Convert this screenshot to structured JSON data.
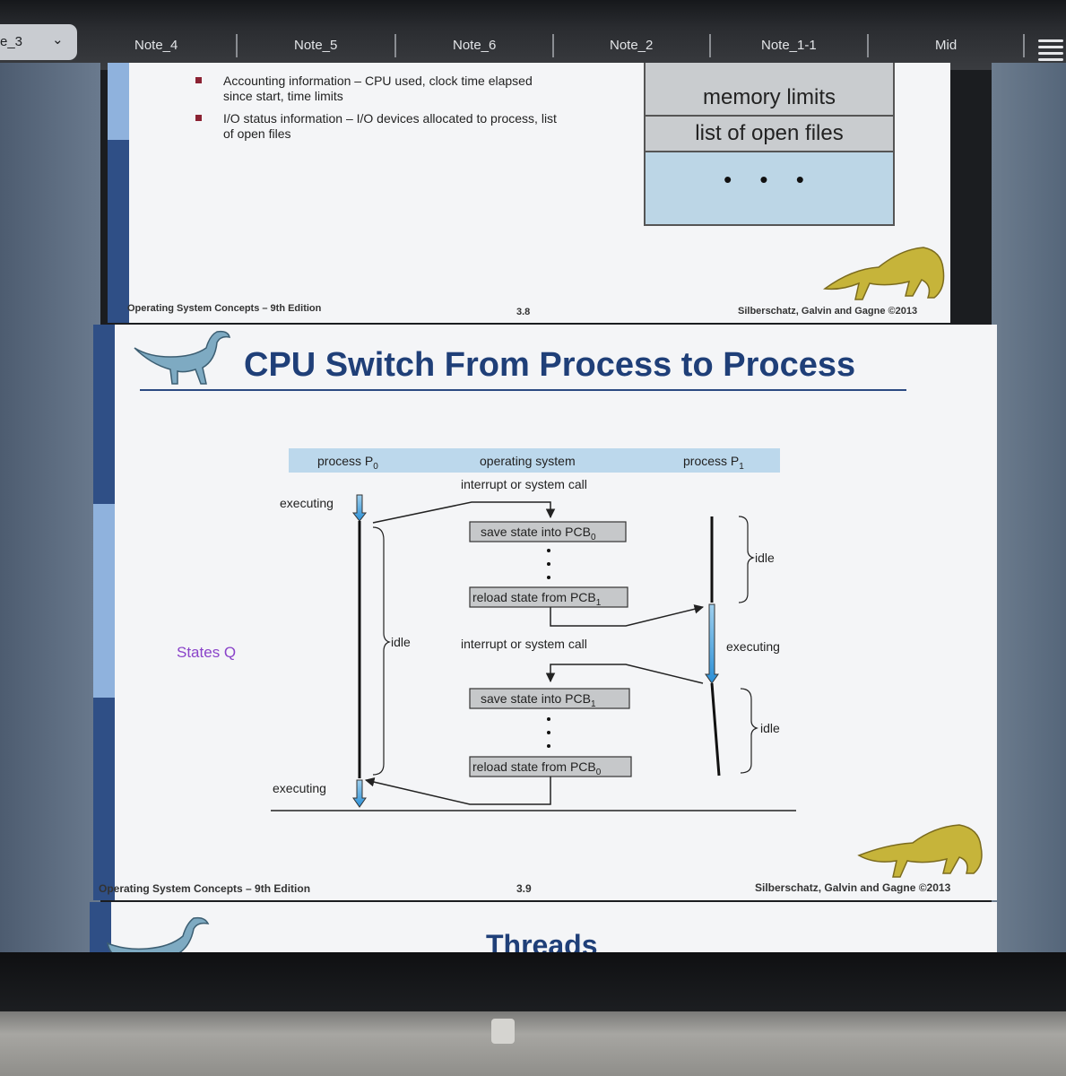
{
  "tabs": {
    "active": "e_3",
    "items": [
      "Note_4",
      "Note_5",
      "Note_6",
      "Note_2",
      "Note_1-1",
      "Mid"
    ]
  },
  "slide1": {
    "bullets": [
      {
        "line1": "Accounting information – CPU used, clock time elapsed",
        "line2": "since start, time limits"
      },
      {
        "line1": "I/O status information – I/O devices allocated to process, list",
        "line2": "of open files"
      }
    ],
    "pcb_rows": [
      "memory limits",
      "list of open files"
    ],
    "pcb_ellipsis": "• • •",
    "footer_left": "Operating System Concepts – 9th Edition",
    "footer_page": "3.8",
    "footer_right": "Silberschatz, Galvin and Gagne ©2013"
  },
  "slide2": {
    "title": "CPU Switch From Process to Process",
    "diagram": {
      "header_p0": "process P",
      "header_p0_sub": "0",
      "header_os": "operating system",
      "header_p1": "process P",
      "header_p1_sub": "1",
      "interrupt_top": "interrupt or system call",
      "interrupt_mid": "interrupt or system call",
      "executing_top": "executing",
      "executing_mid": "executing",
      "executing_bottom": "executing",
      "idle_left": "idle",
      "idle_right_top": "idle",
      "idle_right_bottom": "idle",
      "save_pcb0": "save state into PCB",
      "save_pcb0_sub": "0",
      "reload_pcb1": "reload state from PCB",
      "reload_pcb1_sub": "1",
      "save_pcb1": "save state into PCB",
      "save_pcb1_sub": "1",
      "reload_pcb0": "reload state from PCB",
      "reload_pcb0_sub": "0"
    },
    "annotation": "States Q",
    "footer_left": "Operating System Concepts – 9th Edition",
    "footer_page": "3.9",
    "footer_right": "Silberschatz, Galvin and Gagne ©2013"
  },
  "slide3": {
    "title": "Threads"
  }
}
